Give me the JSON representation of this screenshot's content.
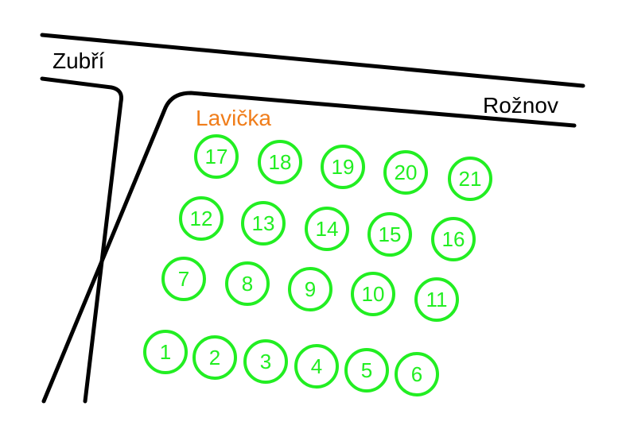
{
  "map": {
    "labels": {
      "zubri": "Zubří",
      "roznov": "Rožnov",
      "lavicka": "Lavička"
    },
    "colors": {
      "road": "#000000",
      "plot": "#22ee22",
      "bench_label": "#f07d1a"
    },
    "plots": [
      "1",
      "2",
      "3",
      "4",
      "5",
      "6",
      "7",
      "8",
      "9",
      "10",
      "11",
      "12",
      "13",
      "14",
      "15",
      "16",
      "17",
      "18",
      "19",
      "20",
      "21"
    ]
  }
}
